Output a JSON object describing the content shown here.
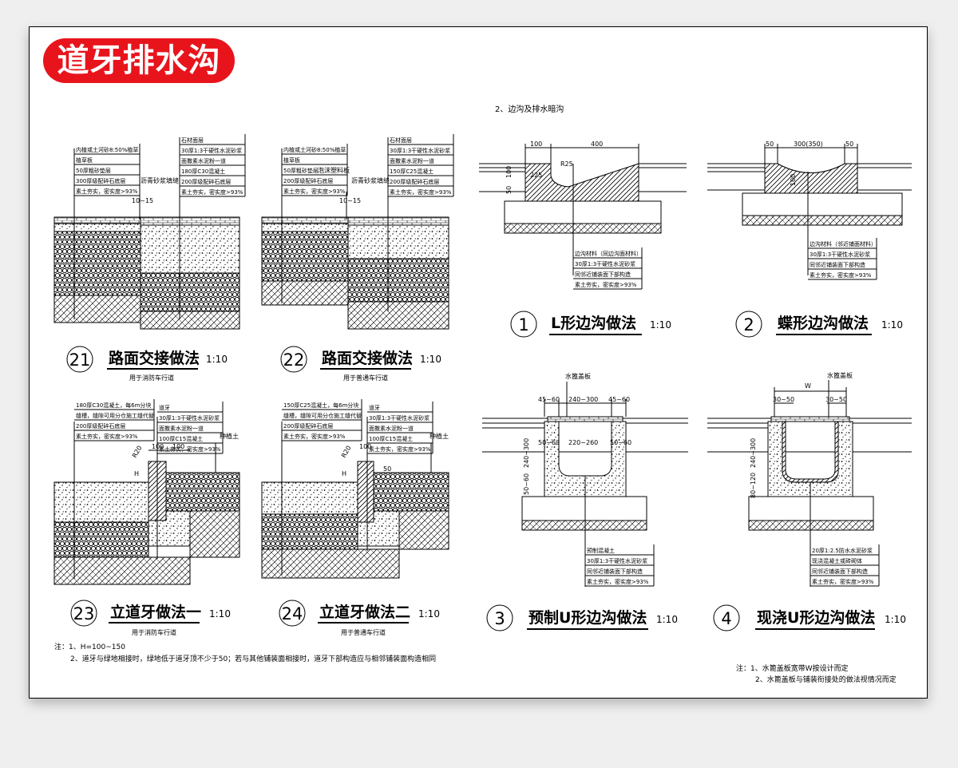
{
  "title": "道牙排水沟",
  "section_heading": "2、边沟及排水暗沟",
  "details": {
    "d21": {
      "num": "21",
      "caption": "路面交接做法",
      "scale": "1:10",
      "sub": "用于消防车行道",
      "left_labels": [
        "内植或土河砂8:50%植草",
        "植草板",
        "50厚粗砂垫层",
        "300厚级配碎石底层",
        "素土夯实，密实度>93%"
      ],
      "right_labels": [
        "石材面层",
        "30厚1:3干硬性水泥砂浆",
        "面撒素水泥粉一道",
        "180厚C30混凝土",
        "200厚级配碎石底层",
        "素土夯实，密实度>93%"
      ],
      "mid_labels": [
        "沥青砂浆填缝",
        "10~15"
      ]
    },
    "d22": {
      "num": "22",
      "caption": "路面交接做法",
      "scale": "1:10",
      "sub": "用于普通车行道",
      "left_labels": [
        "内植或土河砂8:50%植草",
        "植草板",
        "50厚粗砂垫层",
        "200厚级配碎石底层",
        "素土夯实，密实度>93%"
      ],
      "right_labels": [
        "石材面层",
        "30厚1:3干硬性水泥砂浆",
        "面撒素水泥粉一道",
        "150厚C25混凝土",
        "200厚级配碎石底层",
        "素土夯实，密实度>93%"
      ],
      "mid_labels": [
        "泡沫塑料板",
        "沥青砂浆填缝",
        "10~15"
      ]
    },
    "d23": {
      "num": "23",
      "caption": "立道牙做法一",
      "scale": "1:10",
      "sub": "用于消防车行道",
      "left_labels": [
        "180厚C30混凝土，每6m分块",
        "缝槽，缝隙可用分仓施工缝代替",
        "200厚级配碎石底层",
        "素土夯实，密实度>93%"
      ],
      "right_labels": [
        "道牙",
        "30厚1:3干硬性水泥砂浆",
        "面撒素水泥粉一道",
        "100厚C15混凝土",
        "素土夯实，密实度>93%"
      ],
      "extra_label": "种植土",
      "dims": [
        "R20",
        "100",
        "100",
        "H"
      ]
    },
    "d24": {
      "num": "24",
      "caption": "立道牙做法二",
      "scale": "1:10",
      "sub": "用于普通车行道",
      "left_labels": [
        "150厚C25混凝土，每6m分块",
        "缝槽，缝隙可用分仓施工缝代替",
        "200厚级配碎石底层",
        "素土夯实，密实度>93%"
      ],
      "right_labels": [
        "道牙",
        "30厚1:3干硬性水泥砂浆",
        "面撒素水泥粉一道",
        "100厚C15混凝土",
        "素土夯实，密实度>93%"
      ],
      "extra_label": "种植土",
      "dims": [
        "R20",
        "100",
        "50",
        "H"
      ]
    },
    "d1": {
      "num": "1",
      "caption": "L形边沟做法",
      "scale": "1:10",
      "labels": [
        "边沟材料（同边沟面材料）",
        "30厚1:3干硬性水泥砂浆",
        "同邻近铺装面下部构造",
        "素土夯实，密实度>93%"
      ],
      "dims": [
        "100",
        "400",
        "R25",
        "50",
        "100",
        "225"
      ]
    },
    "d2": {
      "num": "2",
      "caption": "蝶形边沟做法",
      "scale": "1:10",
      "labels": [
        "边沟材料（邻近铺面材料）",
        "30厚1:3干硬性水泥砂浆",
        "同邻近铺装面下部构造",
        "素土夯实，密实度>93%"
      ],
      "dims": [
        "50",
        "300(350)",
        "50",
        "100"
      ]
    },
    "d3": {
      "num": "3",
      "caption": "预制U形边沟做法",
      "scale": "1:10",
      "labels": [
        "预制混凝土",
        "30厚1:3干硬性水泥砂浆",
        "同邻近铺装面下部构造",
        "素土夯实，密实度>93%"
      ],
      "top_label": "水篦盖板",
      "dims": [
        "45~60",
        "240~300",
        "45~60",
        "50~60",
        "220~260",
        "50~60",
        "240~300",
        "50~60"
      ]
    },
    "d4": {
      "num": "4",
      "caption": "现浇U形边沟做法",
      "scale": "1:10",
      "labels": [
        "20厚1:2.5防水水泥砂浆",
        "现浇混凝土或砖砌体",
        "同邻近铺装面下部构造",
        "素土夯实，密实度>93%"
      ],
      "top_label": "水篦盖板",
      "dims": [
        "W",
        "30~50",
        "30~50",
        "240~300",
        "80~120"
      ]
    }
  },
  "notes_left": [
    "注：1、H=100~150",
    "2、道牙与绿地相接时，绿地低于道牙顶不少于50；若与其他铺装面相接时，道牙下部构造应与相邻铺装面构造相同"
  ],
  "notes_right": [
    "注：1、水篦盖板宽带W按设计而定",
    "2、水篦盖板与铺装衔接处的做法视情况而定"
  ]
}
